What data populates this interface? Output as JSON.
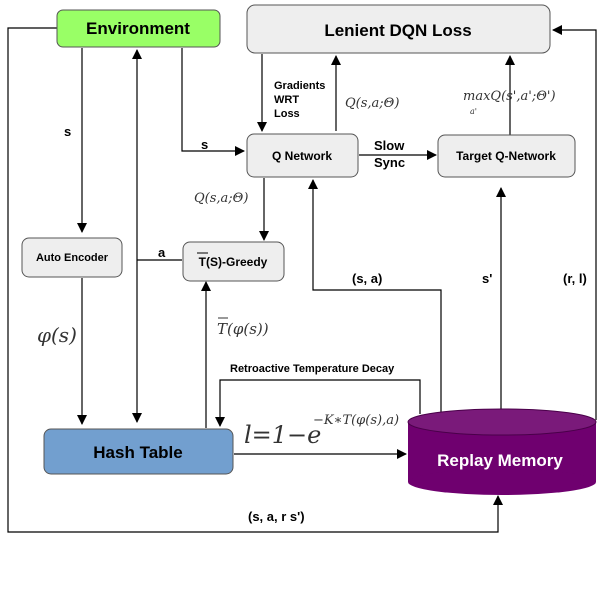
{
  "nodes": {
    "environment": "Environment",
    "lenient_loss": "Lenient DQN Loss",
    "q_network": "Q Network",
    "target_q_network": "Target Q-Network",
    "auto_encoder": "Auto Encoder",
    "t_greedy": "T(S)-Greedy",
    "hash_table": "Hash Table",
    "replay_memory": "Replay Memory"
  },
  "labels": {
    "s_left": "s",
    "s_to_q": "s",
    "gradients": [
      "Gradients",
      "WRT",
      "Loss"
    ],
    "q_sa_theta": "Q(s,a;Θ)",
    "max_q": "maxQ(s',a';Θ')",
    "max_q_sub": "a'",
    "slow_sync": [
      "Slow",
      "Sync"
    ],
    "q_sa_theta2": "Q(s,a;Θ)",
    "a": "a",
    "phi_s": "φ(s)",
    "t_phi": "T(φ(s))",
    "sa": "(s, a)",
    "s_prime": "s'",
    "r_l": "(r, l)",
    "retro": "Retroactive Temperature Decay",
    "formula_l": "l=1−e",
    "formula_exp": "−K∗T(φ(s),a)",
    "transition": "(s, a, r s')"
  },
  "colors": {
    "environment": "#99ff66",
    "grey_box": "#eeeeee",
    "hash_table": "#729fcf",
    "replay_memory": "#6f006f",
    "replay_text": "#ffffff"
  }
}
